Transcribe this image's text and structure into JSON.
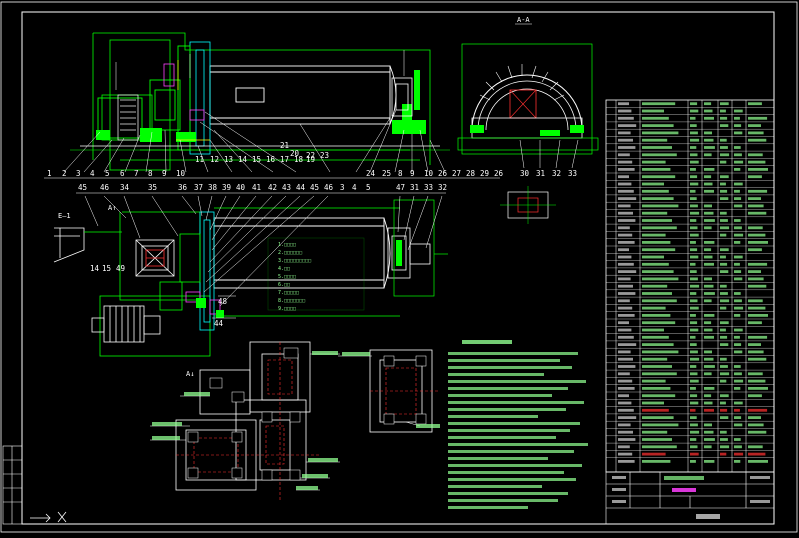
{
  "drawing": {
    "section_label": "A-A",
    "view_label_a1": "A↑",
    "view_label_a2": "A↓",
    "detail_label": "E—1",
    "title_block_name": "Ø"
  },
  "callouts_top": [
    "1",
    "2",
    "3",
    "4",
    "5",
    "6",
    "7",
    "8",
    "9",
    "10",
    "11",
    "12",
    "13",
    "14",
    "15",
    "16",
    "17",
    "18",
    "19",
    "20",
    "21",
    "22",
    "23",
    "24",
    "25",
    "8",
    "9",
    "10",
    "26",
    "27",
    "28",
    "29",
    "26"
  ],
  "callouts_mid_left": [
    "45",
    "46",
    "34",
    "35",
    "36",
    "37",
    "38",
    "39",
    "40",
    "41",
    "42",
    "43",
    "44",
    "45",
    "46",
    "3",
    "4",
    "5"
  ],
  "callouts_mid_right": [
    "47",
    "31",
    "33",
    "32"
  ],
  "callouts_section": [
    "30",
    "31",
    "32",
    "33"
  ],
  "callouts_plan": [
    "14",
    "15",
    "49",
    "48",
    "44"
  ],
  "specs": [
    "1.□□□□",
    "2.□□□□□□",
    "3.□□□□□□□□□",
    "4.□□",
    "5.□□□□",
    "6.□□",
    "7.□□□□□",
    "8.□□□□□□□",
    "9.□□□□"
  ],
  "colors": {
    "background": "#000000",
    "green": "#00ff00",
    "white": "#ffffff",
    "cyan": "#00ffff",
    "red": "#ff3030",
    "magenta": "#ff40ff",
    "yellow": "#ffff00",
    "pale_green": "#90ff90"
  }
}
